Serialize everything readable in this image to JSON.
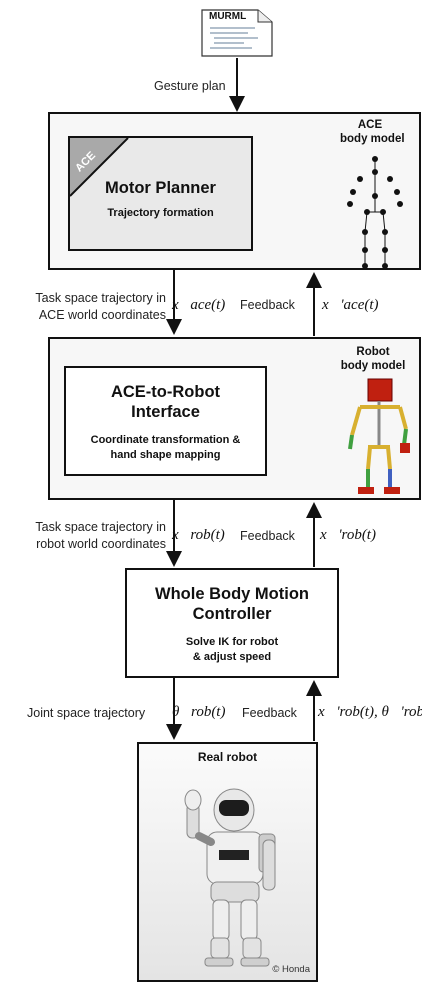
{
  "murml": {
    "label": "MURML"
  },
  "gesture_plan": "Gesture plan",
  "ace_block": {
    "badge": "ACE",
    "planner_title": "Motor Planner",
    "planner_sub": "Trajectory formation",
    "body_model_line1": "ACE",
    "body_model_line2": "body model"
  },
  "link1": {
    "left_line1": "Task space trajectory in",
    "left_line2": "ACE world coordinates",
    "left_math": "x⃗ace(t)",
    "right_label": "Feedback",
    "right_math": "x⃗'ace(t)"
  },
  "robot_block": {
    "interface_title_line1": "ACE-to-Robot",
    "interface_title_line2": "Interface",
    "interface_sub_line1": "Coordinate transformation &",
    "interface_sub_line2": "hand shape mapping",
    "body_model_line1": "Robot",
    "body_model_line2": "body model"
  },
  "link2": {
    "left_line1": "Task space trajectory in",
    "left_line2": "robot world coordinates",
    "left_math": "x⃗rob(t)",
    "right_label": "Feedback",
    "right_math": "x⃗'rob(t)"
  },
  "wbm": {
    "title_line1": "Whole Body Motion",
    "title_line2": "Controller",
    "sub_line1": "Solve IK for robot",
    "sub_line2": "& adjust speed"
  },
  "link3": {
    "left_label": "Joint space trajectory",
    "left_math": "θ⃗rob(t)",
    "right_label": "Feedback",
    "right_math": "x⃗'rob(t), θ⃗'rob(t)"
  },
  "real_robot": {
    "title": "Real robot",
    "credit": "© Honda"
  }
}
